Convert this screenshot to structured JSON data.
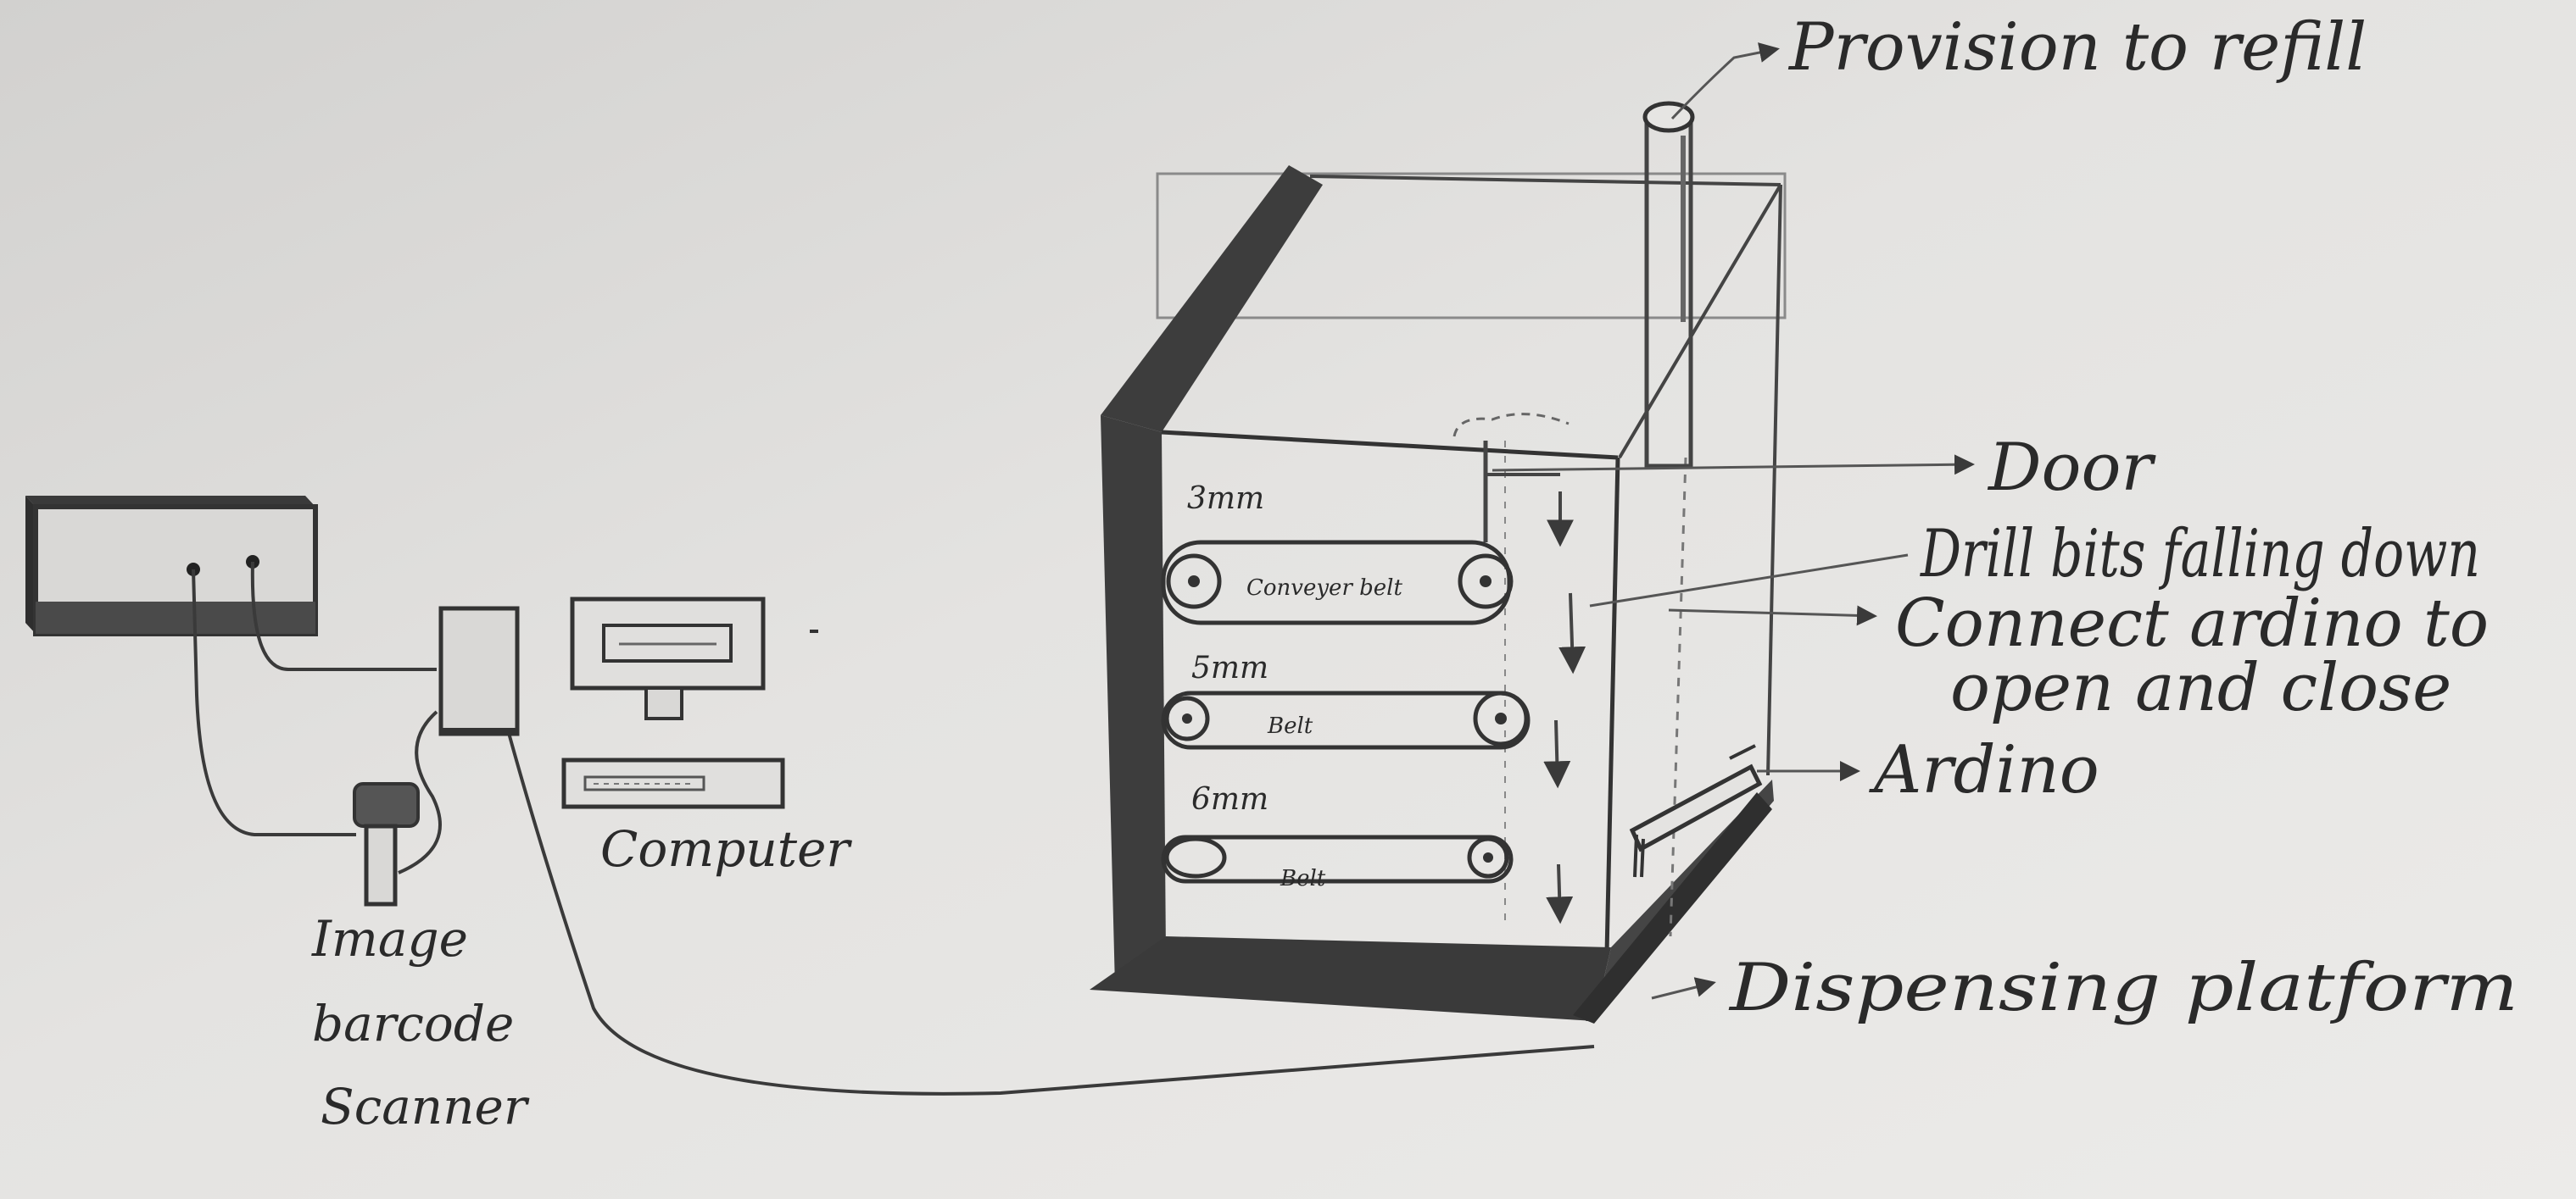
{
  "labels": {
    "refill": "Provision to refill",
    "door": "Door",
    "drill_bits": "Drill bits falling down",
    "connect_line1": "Connect ardino to",
    "connect_line2": "open and close",
    "ardino": "Ardino",
    "dispensing": "Dispensing platform",
    "computer": "Computer",
    "scanner_line1": "Image",
    "scanner_line2": "barcode",
    "scanner_line3": "Scanner"
  },
  "shelves": [
    {
      "size": "3mm",
      "belt": "Conveyer belt"
    },
    {
      "size": "5mm",
      "belt": "Belt"
    },
    {
      "size": "6mm",
      "belt": "Belt"
    }
  ],
  "colors": {
    "paper": "#e3e2e0",
    "ink": "#2a2a2a",
    "pencil_dark": "#3a3a3a",
    "pencil_light": "#6e6e6e"
  }
}
